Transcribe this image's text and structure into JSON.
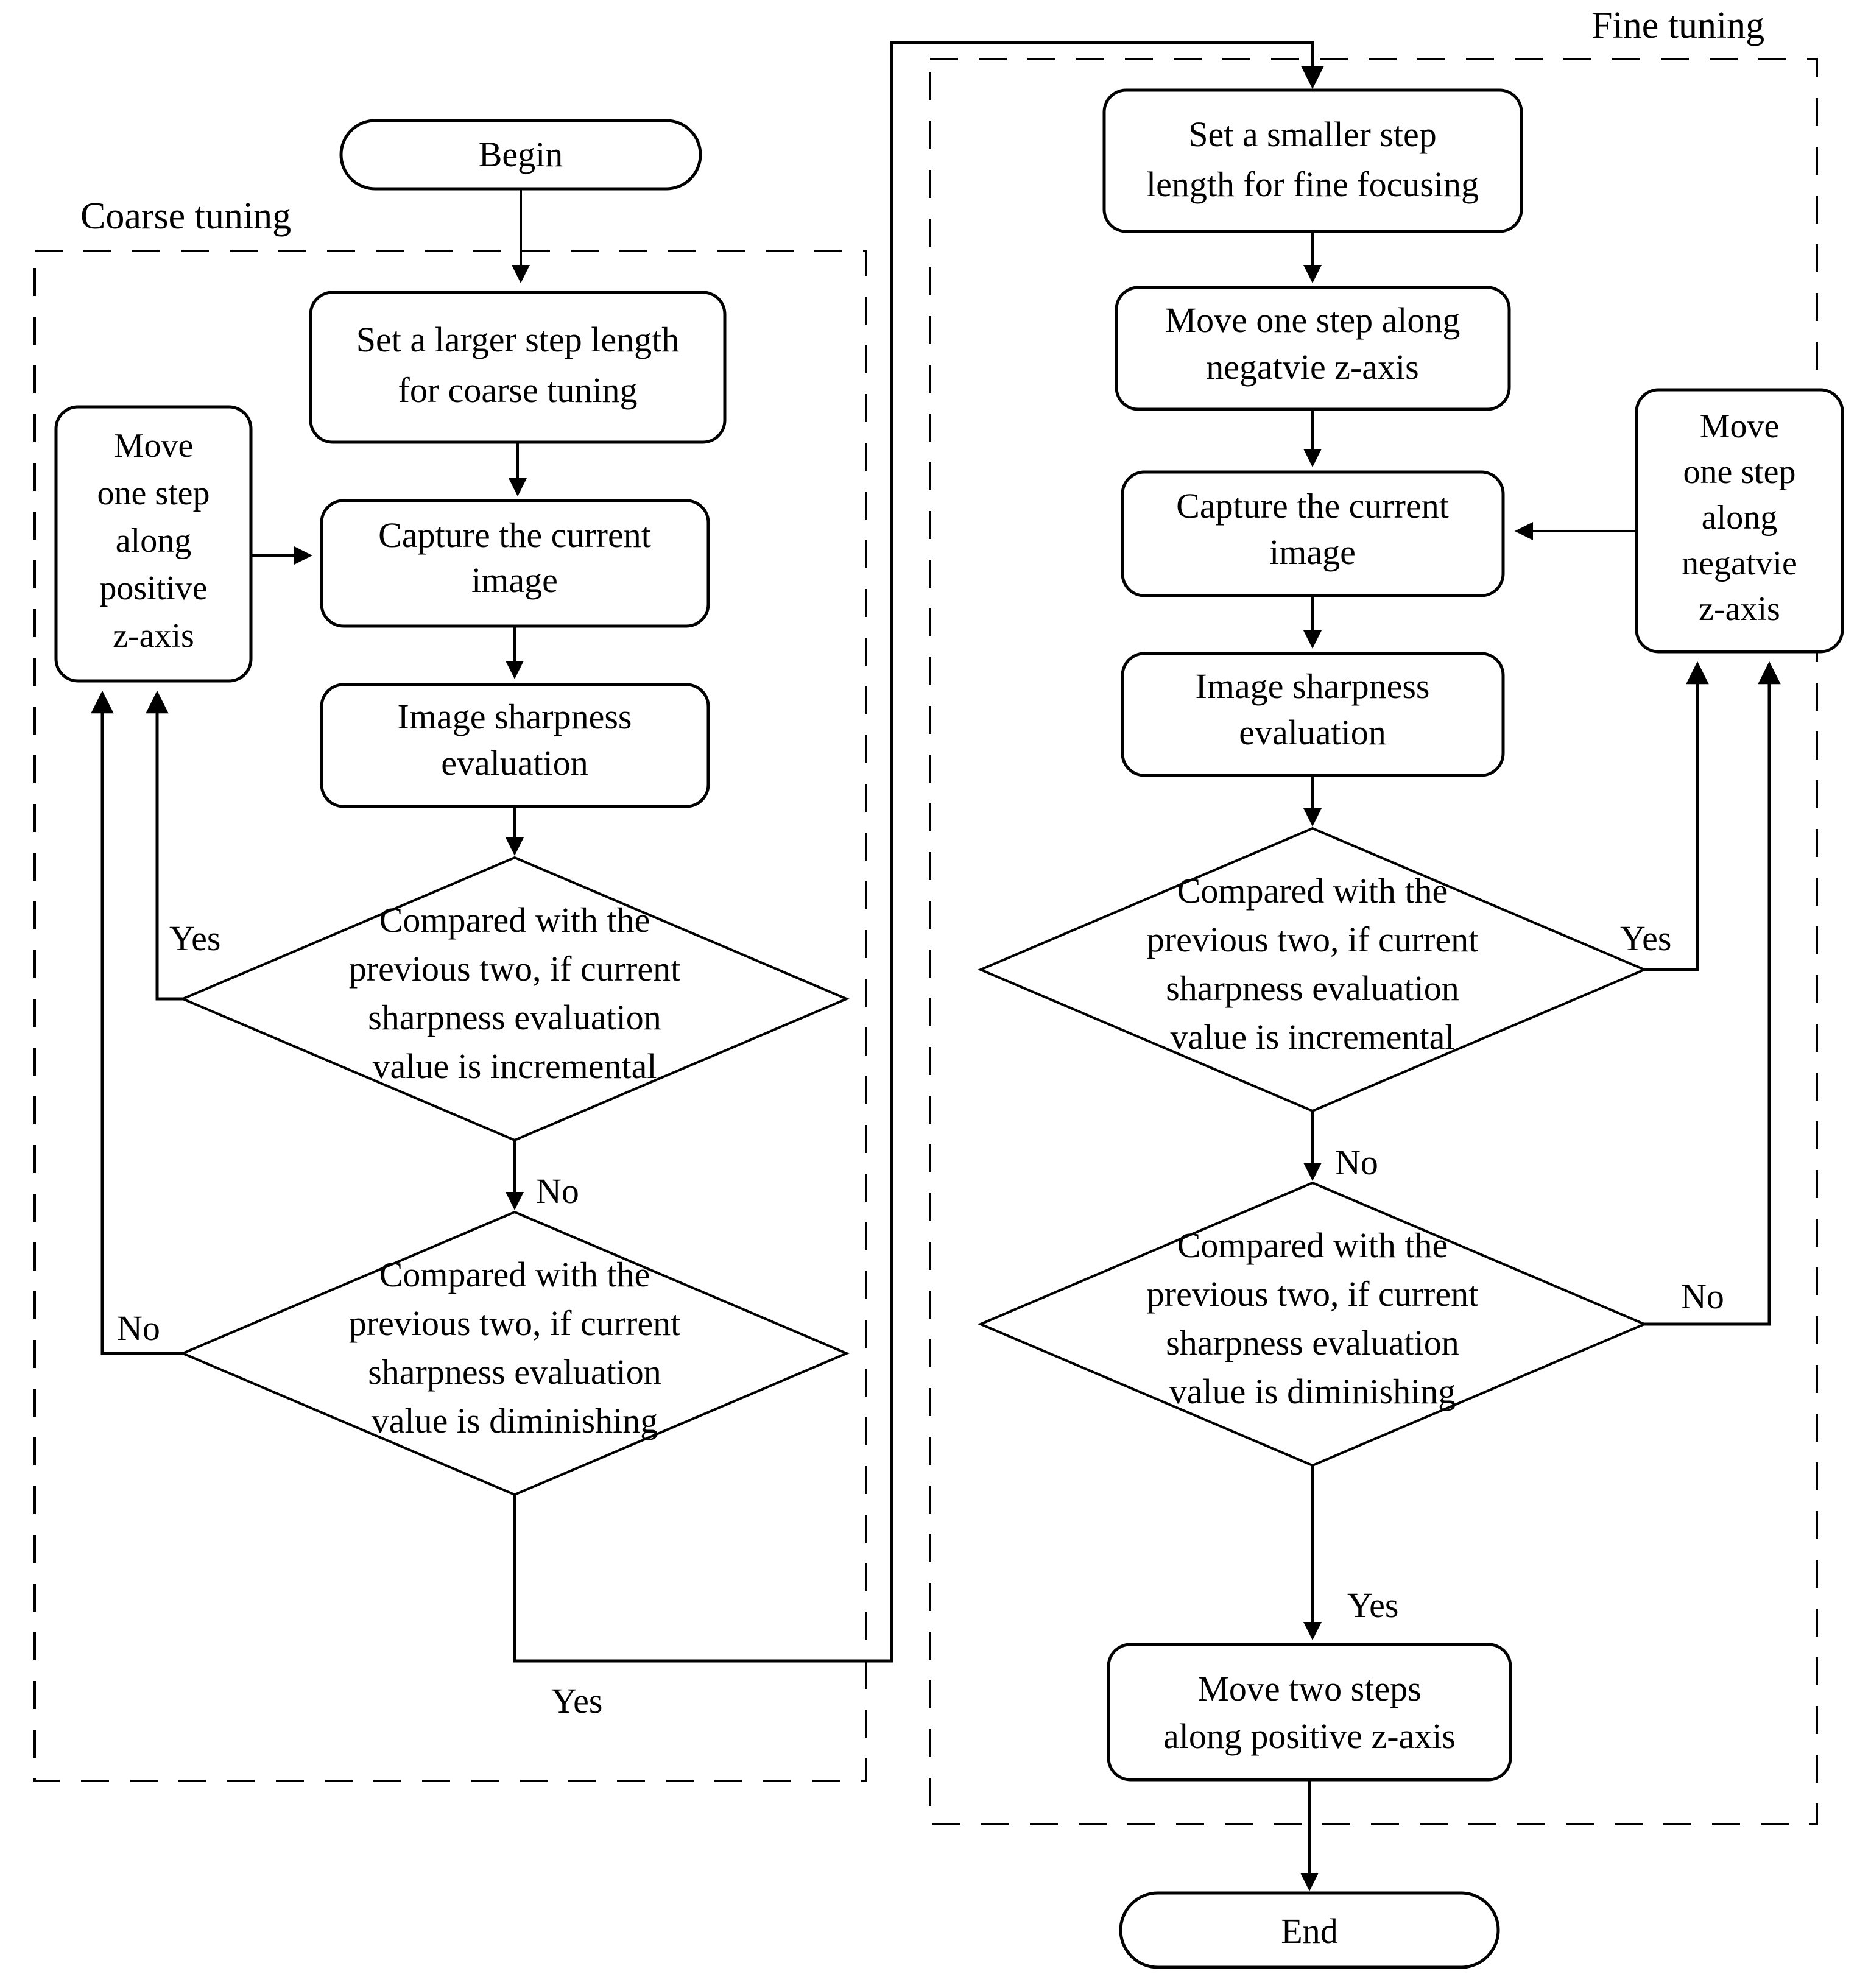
{
  "diagram": {
    "title": "Autofocus coarse and fine tuning flowchart",
    "groups": [
      {
        "id": "coarse",
        "label": "Coarse tuning"
      },
      {
        "id": "fine",
        "label": "Fine tuning"
      }
    ],
    "nodes": {
      "begin": {
        "label": "Begin",
        "shape": "terminator"
      },
      "coarse_step": {
        "line1": "Set a larger step length",
        "line2": "for coarse tuning",
        "shape": "process"
      },
      "coarse_capture": {
        "line1": "Capture the current",
        "line2": "image",
        "shape": "process"
      },
      "coarse_sharpness": {
        "line1": "Image sharpness",
        "line2": "evaluation",
        "shape": "process"
      },
      "coarse_move_pos": {
        "line1": "Move",
        "line2": "one step",
        "line3": "along",
        "line4": "positive",
        "line5": "z-axis",
        "shape": "process"
      },
      "coarse_dec_inc": {
        "line1": "Compared with the",
        "line2": "previous two, if current",
        "line3": "sharpness evaluation",
        "line4": "value is incremental",
        "shape": "decision"
      },
      "coarse_dec_dim": {
        "line1": "Compared with the",
        "line2": "previous two, if current",
        "line3": "sharpness evaluation",
        "line4": "value is diminishing",
        "shape": "decision"
      },
      "fine_step": {
        "line1": "Set a smaller step",
        "line2": "length for fine focusing",
        "shape": "process"
      },
      "fine_move_neg1": {
        "line1": "Move one step along",
        "line2": "negatvie z-axis",
        "shape": "process"
      },
      "fine_capture": {
        "line1": "Capture the current",
        "line2": "image",
        "shape": "process"
      },
      "fine_sharpness": {
        "line1": "Image sharpness",
        "line2": "evaluation",
        "shape": "process"
      },
      "fine_move_neg2": {
        "line1": "Move",
        "line2": "one step",
        "line3": "along",
        "line4": "negatvie",
        "line5": "z-axis",
        "shape": "process"
      },
      "fine_dec_inc": {
        "line1": "Compared with the",
        "line2": "previous two, if current",
        "line3": "sharpness evaluation",
        "line4": "value is incremental",
        "shape": "decision"
      },
      "fine_dec_dim": {
        "line1": "Compared with the",
        "line2": "previous two, if current",
        "line3": "sharpness evaluation",
        "line4": "value is diminishing",
        "shape": "decision"
      },
      "fine_move_two": {
        "line1": "Move two steps",
        "line2": "along positive z-axis",
        "shape": "process"
      },
      "end": {
        "label": "End",
        "shape": "terminator"
      }
    },
    "edge_labels": {
      "coarse_inc_yes": "Yes",
      "coarse_inc_no": "No",
      "coarse_dim_no": "No",
      "coarse_dim_yes": "Yes",
      "fine_inc_yes": "Yes",
      "fine_inc_no": "No",
      "fine_dim_no": "No",
      "fine_dim_yes": "Yes"
    },
    "colors": {
      "stroke": "#000000",
      "fill": "#ffffff",
      "text": "#000000"
    }
  }
}
